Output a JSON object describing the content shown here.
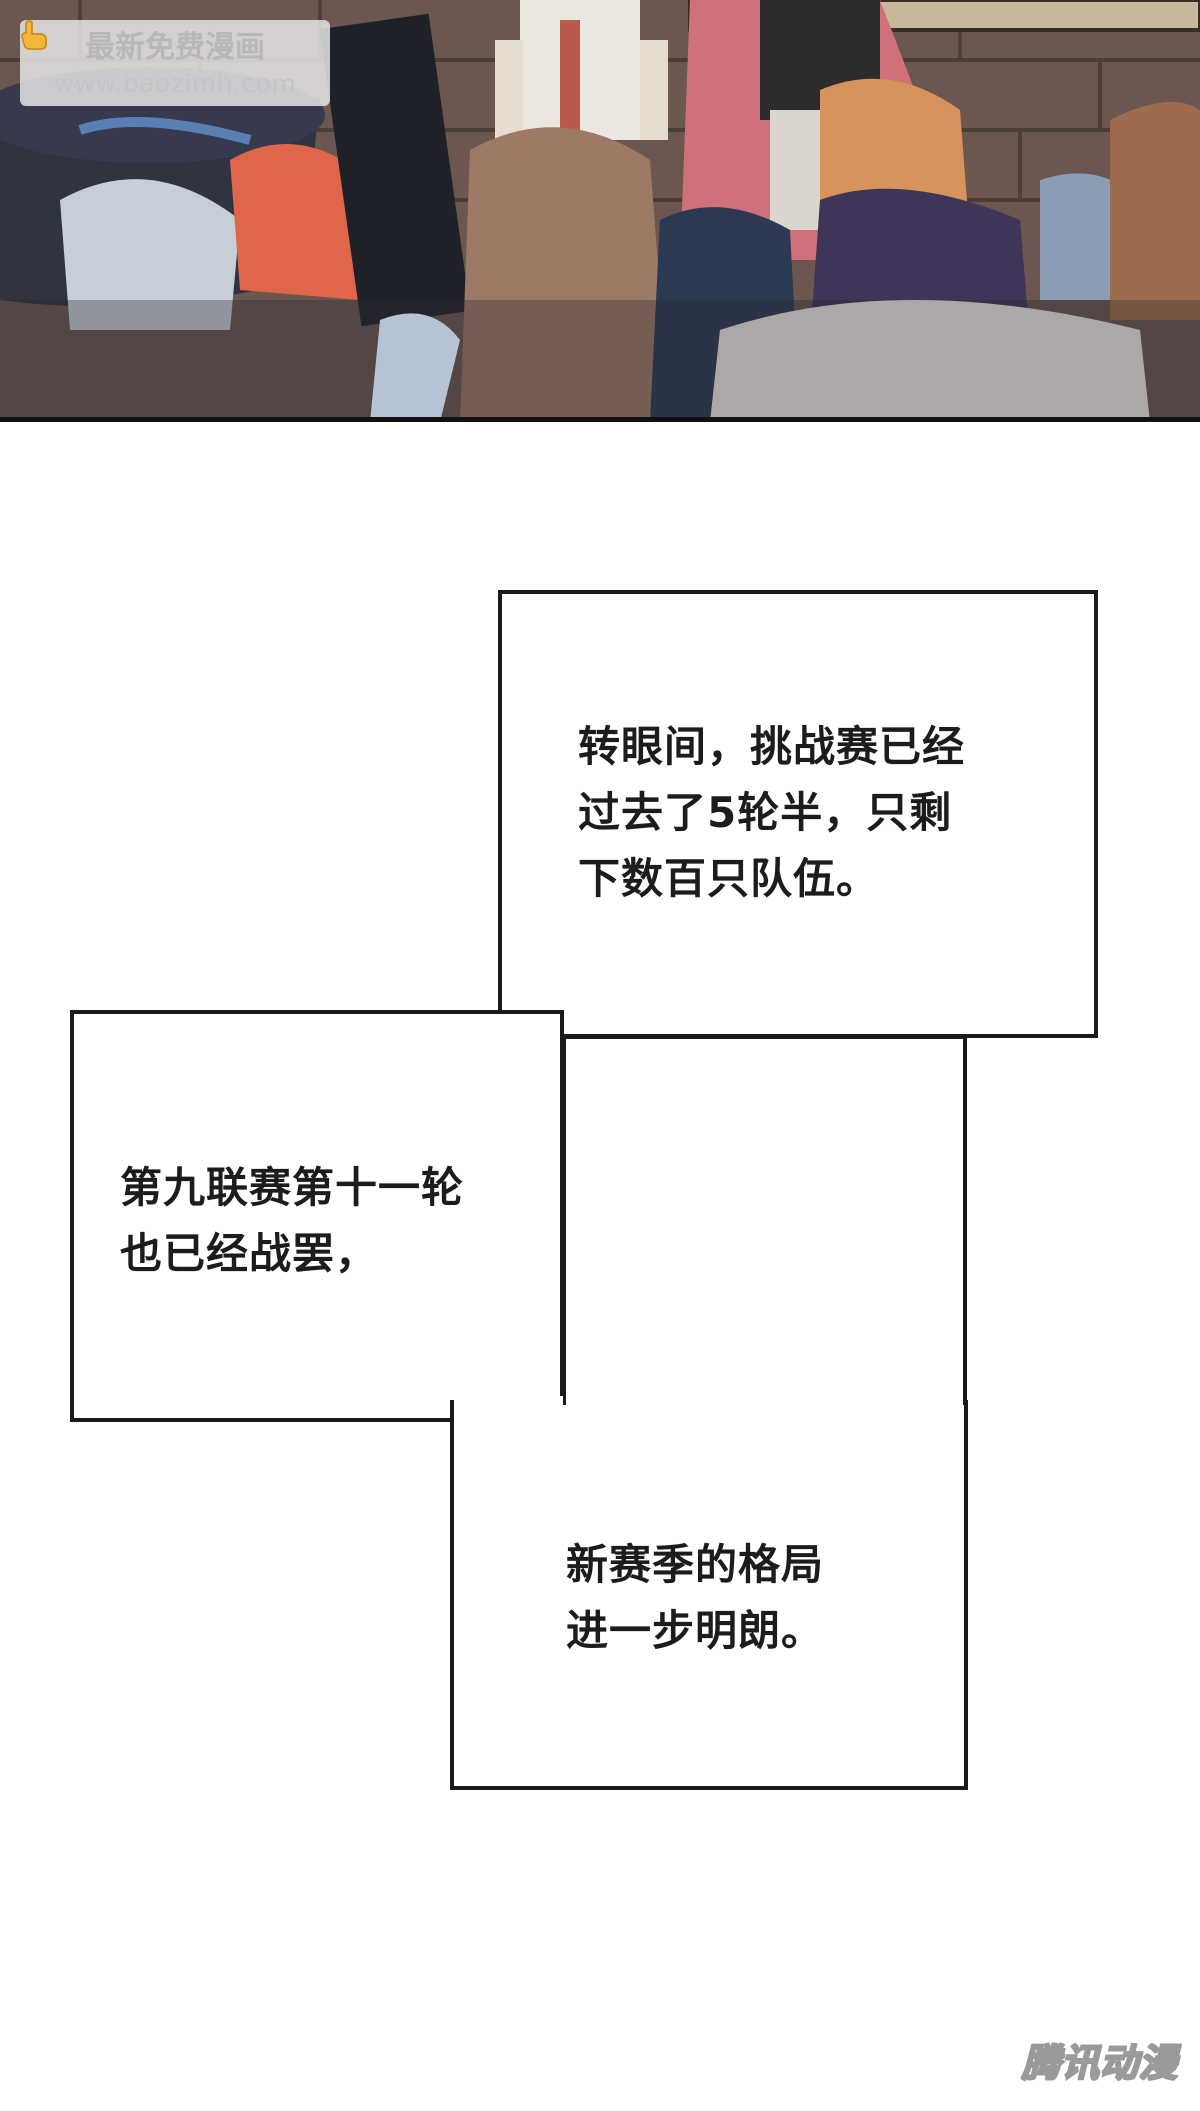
{
  "watermark": {
    "site_name": "最新免费漫画",
    "url": "www.baozimh.com",
    "icon": "pointing-hand-icon"
  },
  "captions": [
    {
      "id": "caption-1",
      "text": "转眼间，挑战赛已经\n过去了5轮半，只剩\n下数百只队伍。"
    },
    {
      "id": "caption-2",
      "text": "第九联赛第十一轮\n也已经战罢，"
    },
    {
      "id": "caption-3",
      "text": "新赛季的格局\n进一步明朗。"
    }
  ],
  "publisher_logo": "腾讯动漫",
  "colors": {
    "border": "#1a1a1a",
    "text": "#1c1c1c",
    "background": "#ffffff"
  }
}
